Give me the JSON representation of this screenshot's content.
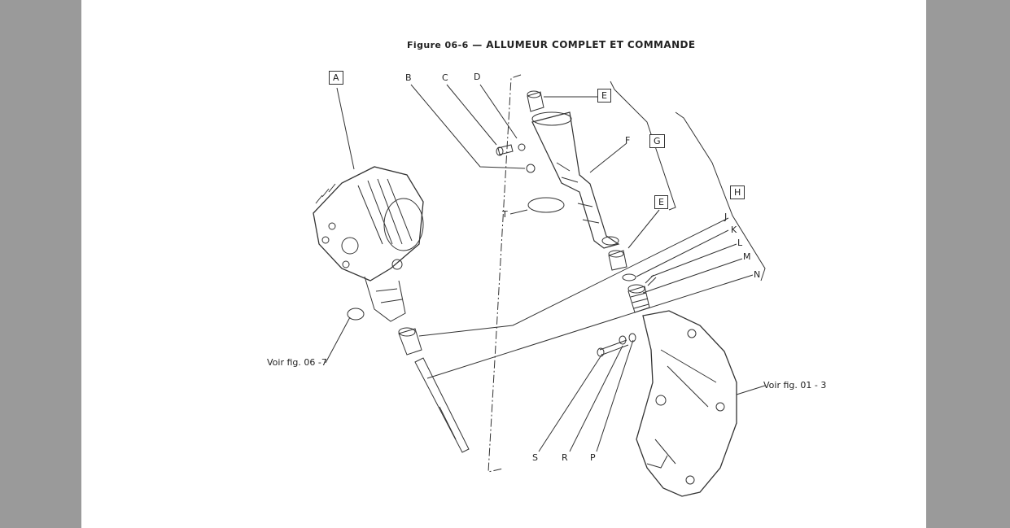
{
  "figure": {
    "number": "Figure 06-6",
    "dash": "—",
    "title": "ALLUMEUR COMPLET ET COMMANDE"
  },
  "labels": {
    "A": "A",
    "B": "B",
    "C": "C",
    "D": "D",
    "E1": "E",
    "F": "F",
    "G": "G",
    "E2": "E",
    "H": "H",
    "T": "T",
    "J": "J",
    "K": "K",
    "L": "L",
    "M": "M",
    "N": "N",
    "S": "S",
    "R": "R",
    "P": "P"
  },
  "references": {
    "left": "Voir fig. 06 -7",
    "right": "Voir fig. 01 - 3"
  }
}
